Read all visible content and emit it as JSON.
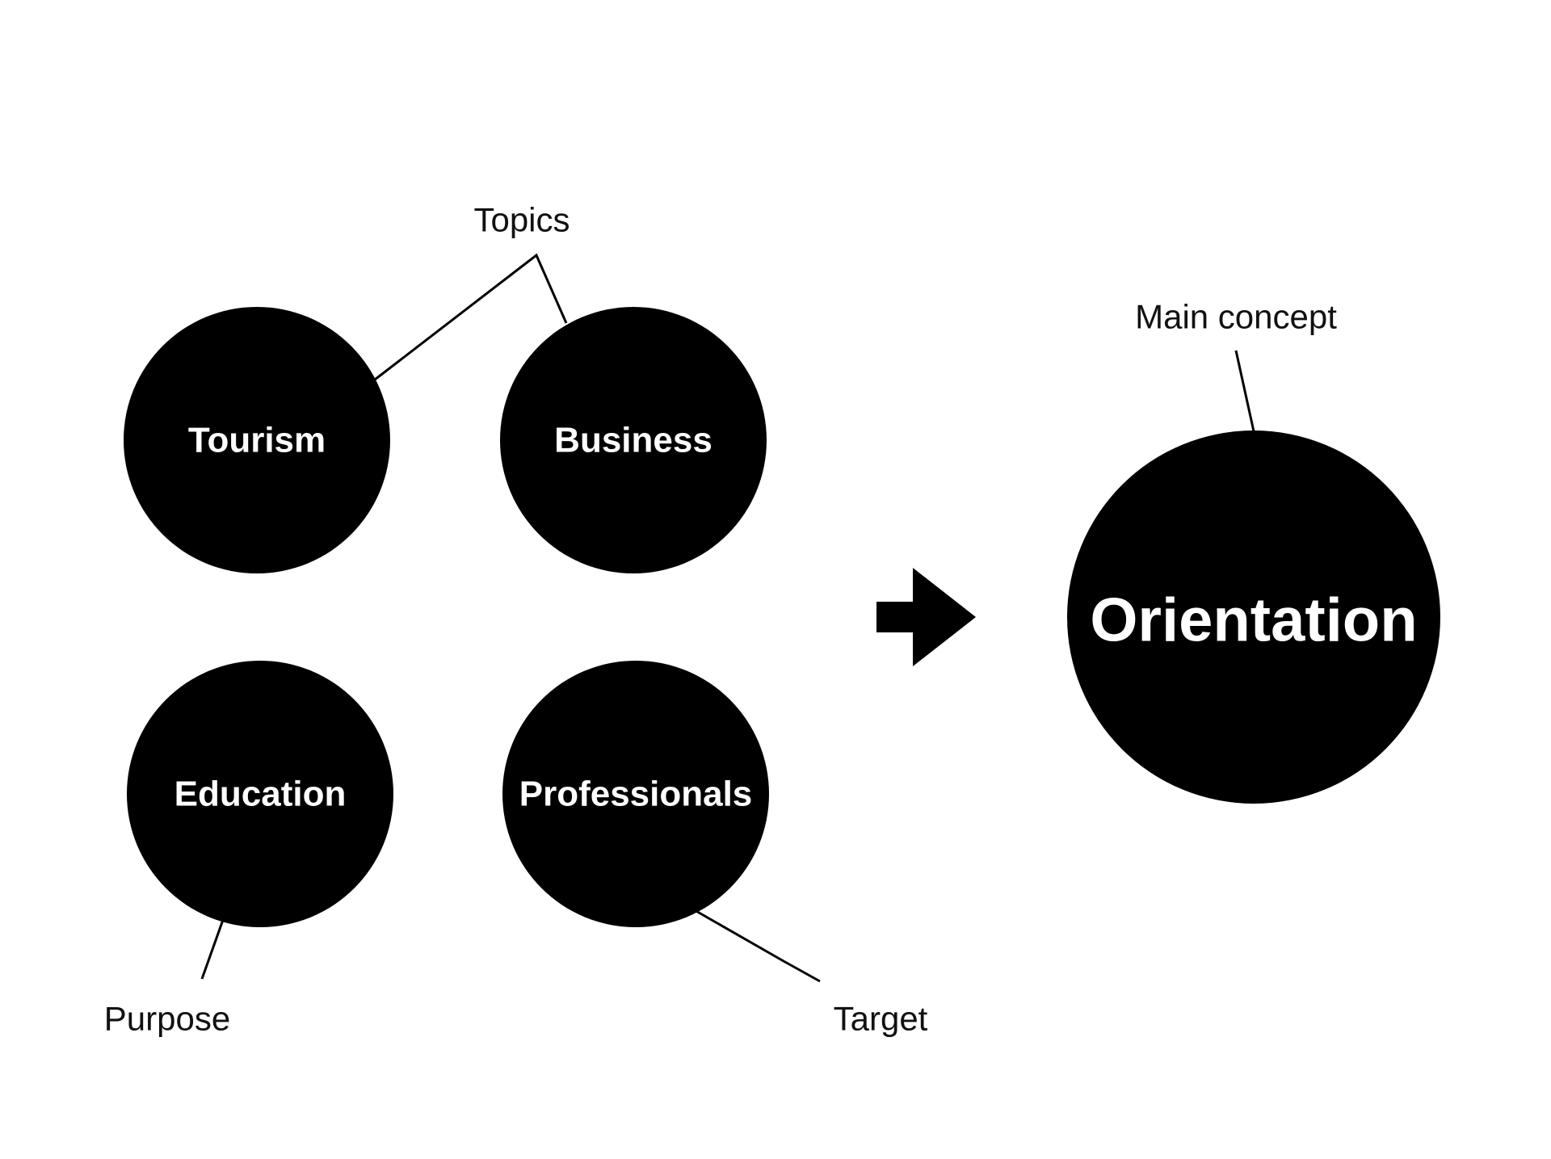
{
  "nodes": {
    "tourism": "Tourism",
    "business": "Business",
    "education": "Education",
    "professionals": "Professionals",
    "orientation": "Orientation"
  },
  "annotations": {
    "topics": "Topics",
    "main_concept": "Main concept",
    "purpose": "Purpose",
    "target": "Target"
  },
  "colors": {
    "node_fill": "#000000",
    "node_text": "#ffffff",
    "line": "#000000",
    "background": "#ffffff"
  },
  "icons": {
    "arrow": "right-arrow-icon"
  }
}
